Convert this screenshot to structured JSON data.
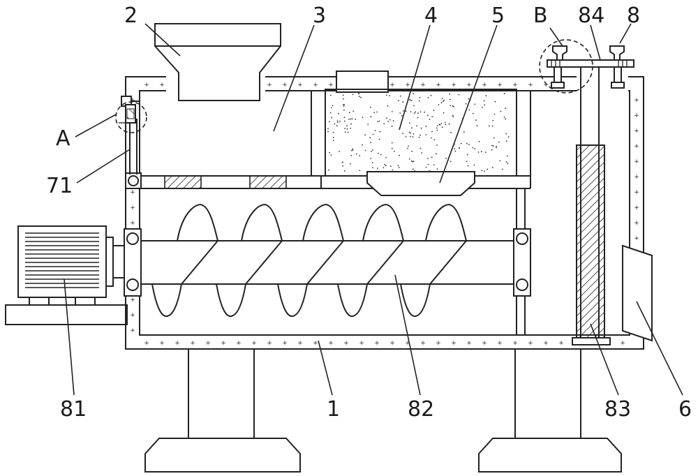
{
  "figure": {
    "labels": [
      {
        "id": "label-2",
        "text": "2"
      },
      {
        "id": "label-3",
        "text": "3"
      },
      {
        "id": "label-4",
        "text": "4"
      },
      {
        "id": "label-5",
        "text": "5"
      },
      {
        "id": "label-B",
        "text": "B"
      },
      {
        "id": "label-84",
        "text": "84"
      },
      {
        "id": "label-8",
        "text": "8"
      },
      {
        "id": "label-A",
        "text": "A"
      },
      {
        "id": "label-71",
        "text": "71"
      },
      {
        "id": "label-81",
        "text": "81"
      },
      {
        "id": "label-1",
        "text": "1"
      },
      {
        "id": "label-82",
        "text": "82"
      },
      {
        "id": "label-83",
        "text": "83"
      },
      {
        "id": "label-6",
        "text": "6"
      }
    ]
  }
}
